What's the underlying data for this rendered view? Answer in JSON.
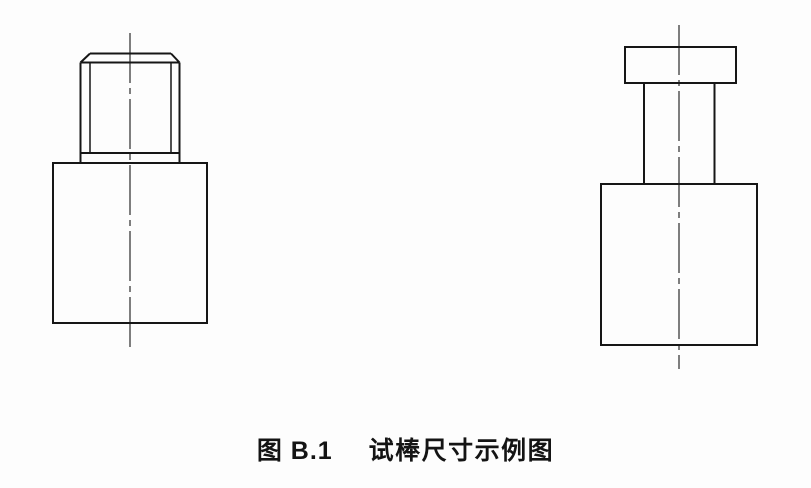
{
  "document": {
    "background_color": "#fdfdfd",
    "line_color": "#161616"
  },
  "drawing": {
    "figures": [
      {
        "name": "left-test-bar",
        "description": "Test bar with chamfered threaded head section on a larger cylindrical base, vertical dash-dot centerline"
      },
      {
        "name": "right-test-bar",
        "description": "Test bar with flat flanged head on a narrow stem over a larger cylindrical base, vertical dash-dot centerline"
      }
    ]
  },
  "caption": {
    "label": "图 B.1",
    "title": "试棒尺寸示例图",
    "full_text": "图 B.1  试棒尺寸示例图"
  }
}
